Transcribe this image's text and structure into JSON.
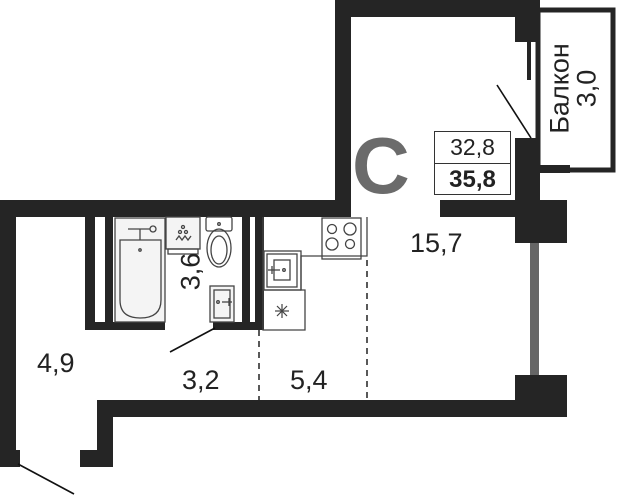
{
  "plan": {
    "apartment_type": "C",
    "living_area": "32,8",
    "total_area": "35,8",
    "colors": {
      "wall": "#252525",
      "window": "#666666",
      "type_letter": "#6b6b6b",
      "fixture_stroke": "#444444"
    },
    "rooms": [
      {
        "id": "room",
        "area": "15,7"
      },
      {
        "id": "kitchen",
        "area": "5,4"
      },
      {
        "id": "corridor",
        "area": "3,2"
      },
      {
        "id": "hallway",
        "area": "4,9"
      },
      {
        "id": "bathroom",
        "area": "3,6"
      }
    ],
    "balcony": {
      "label": "Балкон",
      "area": "3,0"
    }
  }
}
